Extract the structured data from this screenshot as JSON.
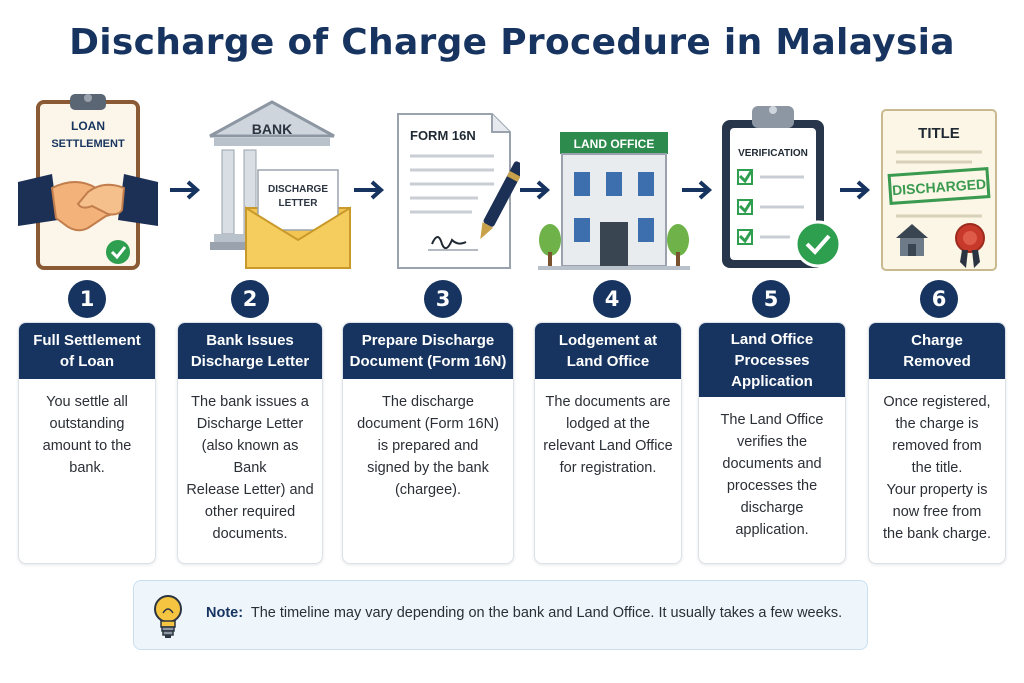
{
  "title": "Discharge of Charge Procedure in Malaysia",
  "colors": {
    "navy": "#16345f",
    "green": "#2e9e4f",
    "paper": "#fbf8ef",
    "envelope": "#f2c451"
  },
  "steps": [
    {
      "number": "1",
      "icon": "loan-settlement-handshake-icon",
      "heading": "Full Settlement\nof Loan",
      "description": "You settle all\noutstanding\namount to the\nbank."
    },
    {
      "number": "2",
      "icon": "bank-discharge-letter-icon",
      "heading": "Bank Issues\nDischarge Letter",
      "description": "The bank issues a\nDischarge Letter\n(also known as Bank\nRelease Letter) and\nother required\ndocuments."
    },
    {
      "number": "3",
      "icon": "form-16n-document-icon",
      "heading": "Prepare Discharge\nDocument (Form 16N)",
      "description": "The discharge\ndocument (Form 16N)\nis prepared and\nsigned by the bank\n(chargee)."
    },
    {
      "number": "4",
      "icon": "land-office-building-icon",
      "heading": "Lodgement at\nLand Office",
      "description": "The documents are\nlodged at the\nrelevant Land Office\nfor registration."
    },
    {
      "number": "5",
      "icon": "verification-clipboard-icon",
      "heading": "Land Office\nProcesses\nApplication",
      "description": "The Land Office\nverifies the\ndocuments and\nprocesses the\ndischarge\napplication."
    },
    {
      "number": "6",
      "icon": "discharged-title-icon",
      "heading": "Charge\nRemoved",
      "description": "Once registered,\nthe charge is\nremoved from\nthe title.\nYour property is\nnow free from\nthe bank charge."
    }
  ],
  "illustrations": {
    "loan_line1": "LOAN",
    "loan_line2": "SETTLEMENT",
    "bank_label": "BANK",
    "letter_line1": "DISCHARGE",
    "letter_line2": "LETTER",
    "form_label": "FORM 16N",
    "land_office_label": "LAND OFFICE",
    "verification_label": "VERIFICATION",
    "title_label": "TITLE",
    "stamp_label": "DISCHARGED"
  },
  "note": {
    "label": "Note:",
    "text": "The timeline may vary depending on the bank and Land Office. It usually takes a few weeks."
  }
}
